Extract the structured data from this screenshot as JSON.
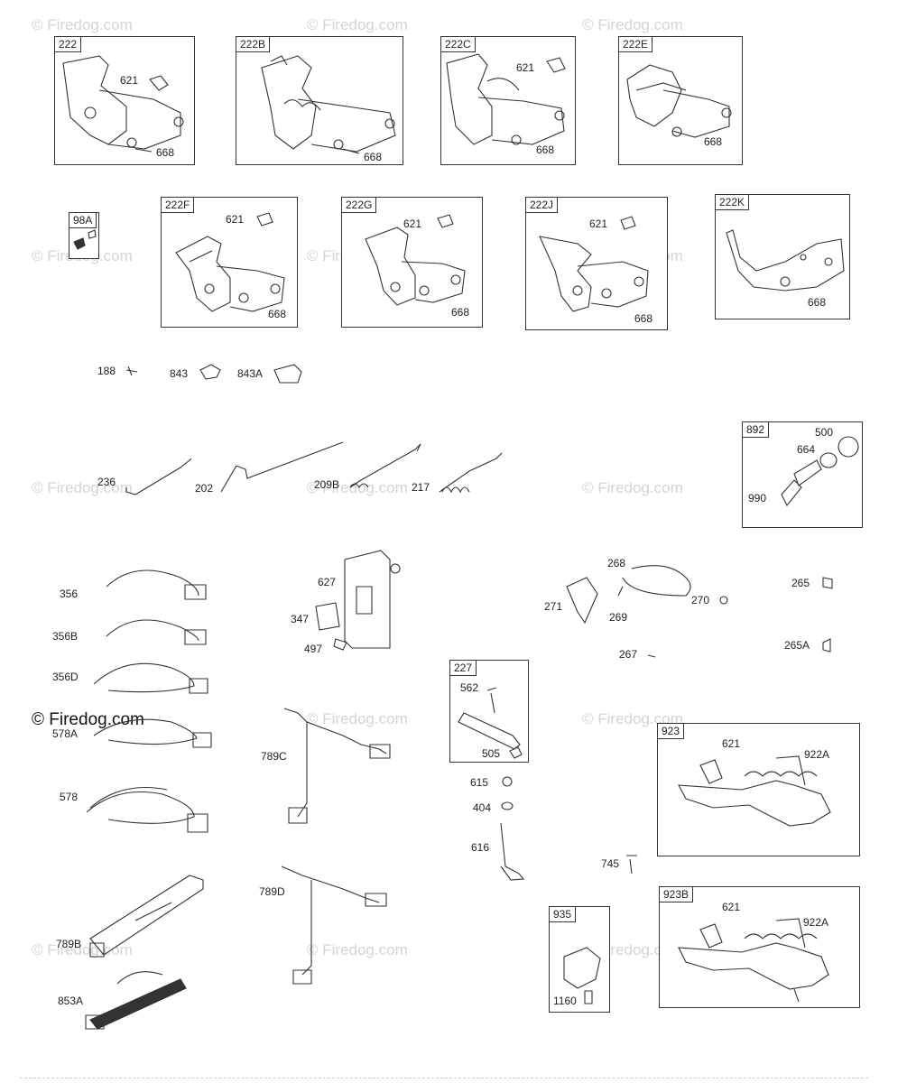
{
  "watermarks": {
    "text": "© Firedog.com",
    "dark_text": "© Firedog.com"
  },
  "groups": [
    {
      "id": "222",
      "parts": [
        "621",
        "668"
      ]
    },
    {
      "id": "222B",
      "parts": [
        "668"
      ]
    },
    {
      "id": "222C",
      "parts": [
        "621",
        "668"
      ]
    },
    {
      "id": "222E",
      "parts": [
        "668"
      ]
    },
    {
      "id": "98A",
      "parts": []
    },
    {
      "id": "222F",
      "parts": [
        "621",
        "668"
      ]
    },
    {
      "id": "222G",
      "parts": [
        "621",
        "668"
      ]
    },
    {
      "id": "222J",
      "parts": [
        "621",
        "668"
      ]
    },
    {
      "id": "222K",
      "parts": [
        "668"
      ]
    },
    {
      "id": "892",
      "parts": [
        "500",
        "664",
        "990"
      ]
    },
    {
      "id": "227",
      "parts": [
        "562",
        "505"
      ]
    },
    {
      "id": "923",
      "parts": [
        "621",
        "922A"
      ]
    },
    {
      "id": "935",
      "parts": [
        "1160"
      ]
    },
    {
      "id": "923B",
      "parts": [
        "621",
        "922A"
      ]
    }
  ],
  "labels": {
    "p621": "621",
    "p668": "668",
    "p188": "188",
    "p843": "843",
    "p843A": "843A",
    "p236": "236",
    "p202": "202",
    "p209B": "209B",
    "p217": "217",
    "p500": "500",
    "p664": "664",
    "p990": "990",
    "p356": "356",
    "p356B": "356B",
    "p356D": "356D",
    "p578A": "578A",
    "p578": "578",
    "p789B": "789B",
    "p853A": "853A",
    "p627": "627",
    "p347": "347",
    "p497": "497",
    "p789C": "789C",
    "p789D": "789D",
    "p268": "268",
    "p271": "271",
    "p269": "269",
    "p270": "270",
    "p265": "265",
    "p265A": "265A",
    "p267": "267",
    "p562": "562",
    "p505": "505",
    "p615": "615",
    "p404": "404",
    "p616": "616",
    "p745": "745",
    "p922A": "922A",
    "p1160": "1160"
  }
}
